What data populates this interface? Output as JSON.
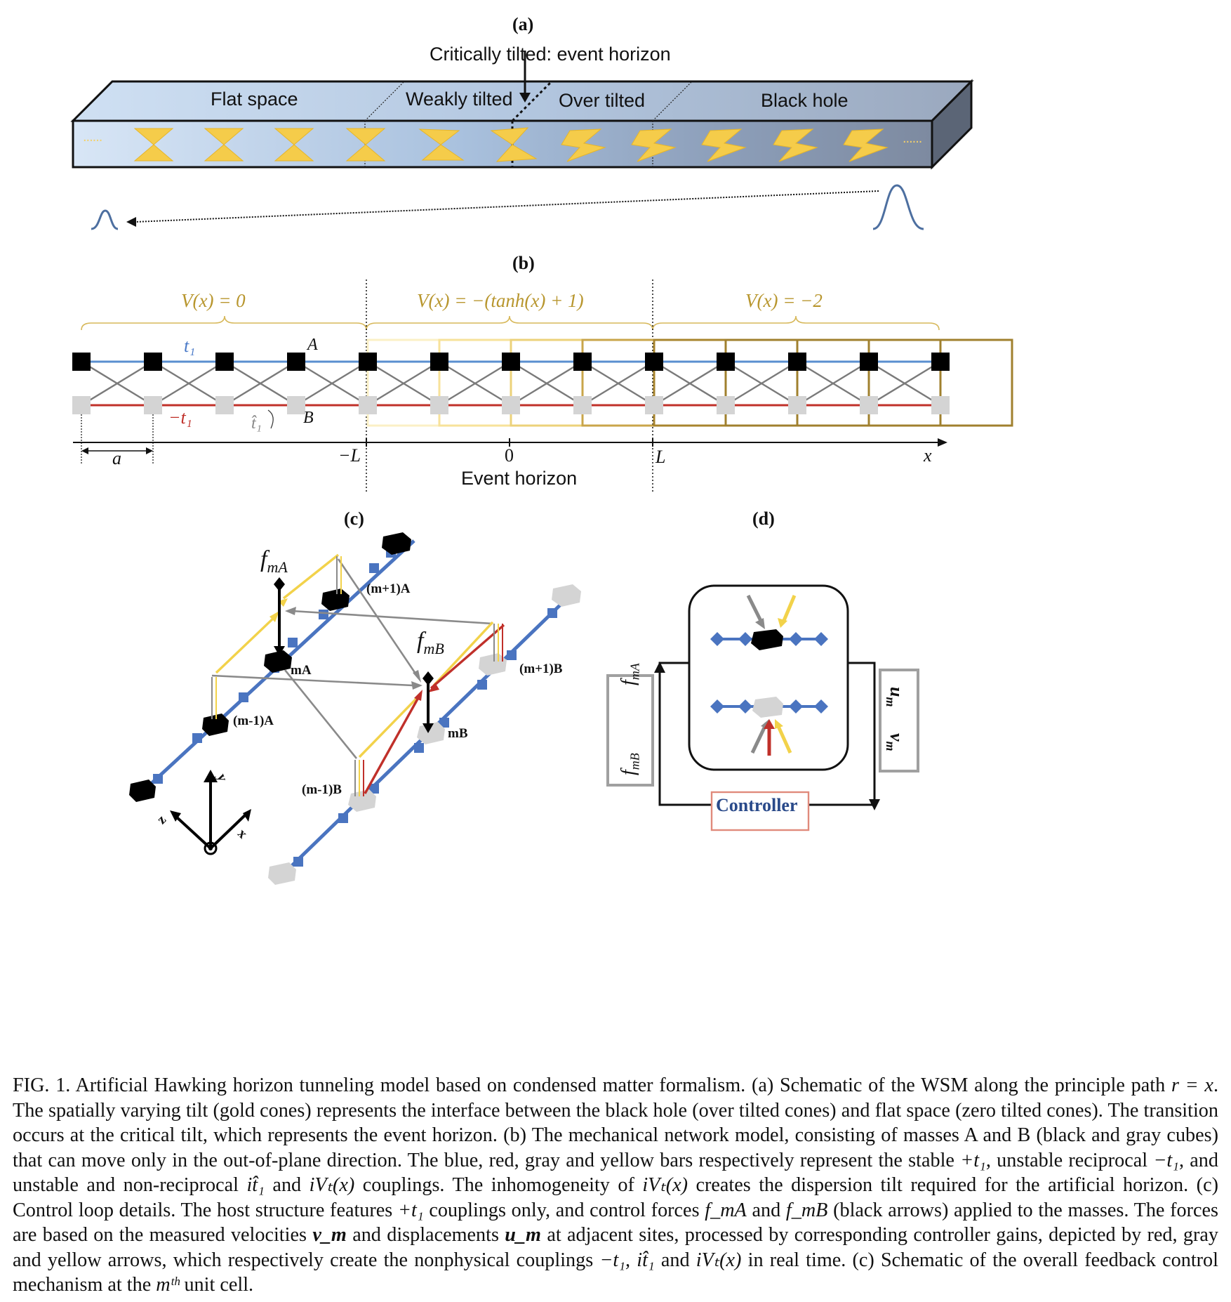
{
  "panel_a": {
    "letter": "(a)",
    "event_label": "Critically tilted: event horizon",
    "regions": [
      "Flat space",
      "Weakly tilted",
      "Over tilted",
      "Black hole"
    ],
    "dots_left": "......",
    "dots_right": "......"
  },
  "panel_b": {
    "letter": "(b)",
    "potentials": [
      "V(x) = 0",
      "V(x) = −(tanh(x) + 1)",
      "V(x) = −2"
    ],
    "t1": "t₁",
    "minus_t1": "−t₁",
    "t1_hat": "t̂₁",
    "label_A": "A",
    "label_B": "B",
    "label_a": "a",
    "tick_minusL": "−L",
    "tick_zero": "0",
    "tick_L": "L",
    "axis_x": "x",
    "event_horizon": "Event horizon"
  },
  "panel_c": {
    "letter": "(c)",
    "f_mA": "f",
    "f_mA_sub": "mA",
    "f_mB": "f",
    "f_mB_sub": "mB",
    "labels": [
      "(m+1)A",
      "mA",
      "(m-1)A",
      "(m+1)B",
      "mB",
      "(m-1)B"
    ],
    "axes": [
      "y",
      "z",
      "x"
    ]
  },
  "panel_d": {
    "letter": "(d)",
    "left_box": [
      "f",
      "mA",
      "f",
      "mB"
    ],
    "right_box": [
      "u",
      "m",
      "v",
      "m"
    ],
    "controller": "Controller"
  },
  "colors": {
    "blue": "#4a78c2",
    "red": "#c0302a",
    "gray": "#8a8a8a",
    "yellow": "#f2d24a",
    "gold_text": "#b8962e",
    "black": "#000000"
  },
  "caption": {
    "p1": "FIG. 1. Artificial Hawking horizon tunneling model based on condensed matter formalism. (a) Schematic of the WSM along the principle path ",
    "m1": "r = x",
    "p2": ". The spatially varying tilt (gold cones) represents the interface between the black hole (over tilted cones) and flat space (zero tilted cones). The transition occurs at the critical tilt, which represents the event horizon. (b) The mechanical network model, consisting of masses A and B (black and gray cubes) that can move only in the out-of-plane direction. The blue, red, gray and yellow bars respectively represent the stable ",
    "m2": "+t₁",
    "p3": ", unstable reciprocal ",
    "m3": "−t₁",
    "p4": ", and unstable and non-reciprocal ",
    "m4": "it̂₁",
    "p5": " and ",
    "m5": "iVₜ(x)",
    "p6": " couplings. The inhomogeneity of ",
    "m6": "iVₜ(x)",
    "p7": " creates the dispersion tilt required for the artificial horizon. (c) Control loop details. The host structure features ",
    "m7": "+t₁",
    "p8": " couplings only, and control forces ",
    "m8": "f_mA",
    "p9": " and ",
    "m9": "f_mB",
    "p10": " (black arrows) applied to the masses. The forces are based on the measured velocities ",
    "m10": "v_m",
    "p11": " and displacements ",
    "m11": "u_m",
    "p12": " at adjacent sites, processed by corresponding controller gains, depicted by red, gray and yellow arrows, which respectively create the nonphysical couplings ",
    "m12": "−t₁, it̂₁",
    "p13": " and ",
    "m13": "iVₜ(x)",
    "p14": " in real time. (c) Schematic of the overall feedback control mechanism at the ",
    "m14": "mᵗʰ",
    "p15": " unit cell."
  }
}
